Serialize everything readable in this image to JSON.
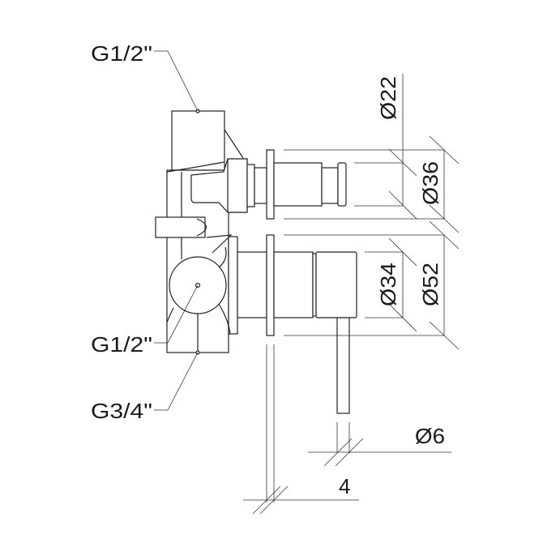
{
  "drawing": {
    "labels": {
      "top_connection": "G1/2\"",
      "middle_connection": "G1/2\"",
      "bottom_connection": "G3/4\""
    },
    "dimensions": {
      "stem_diameter": "Ø22",
      "upper_flange_diameter": "Ø36",
      "knob_diameter": "Ø34",
      "lower_flange_diameter": "Ø52",
      "lever_diameter": "Ø6",
      "flange_thickness": "4"
    },
    "line_color": "#222222",
    "background": "#ffffff"
  }
}
